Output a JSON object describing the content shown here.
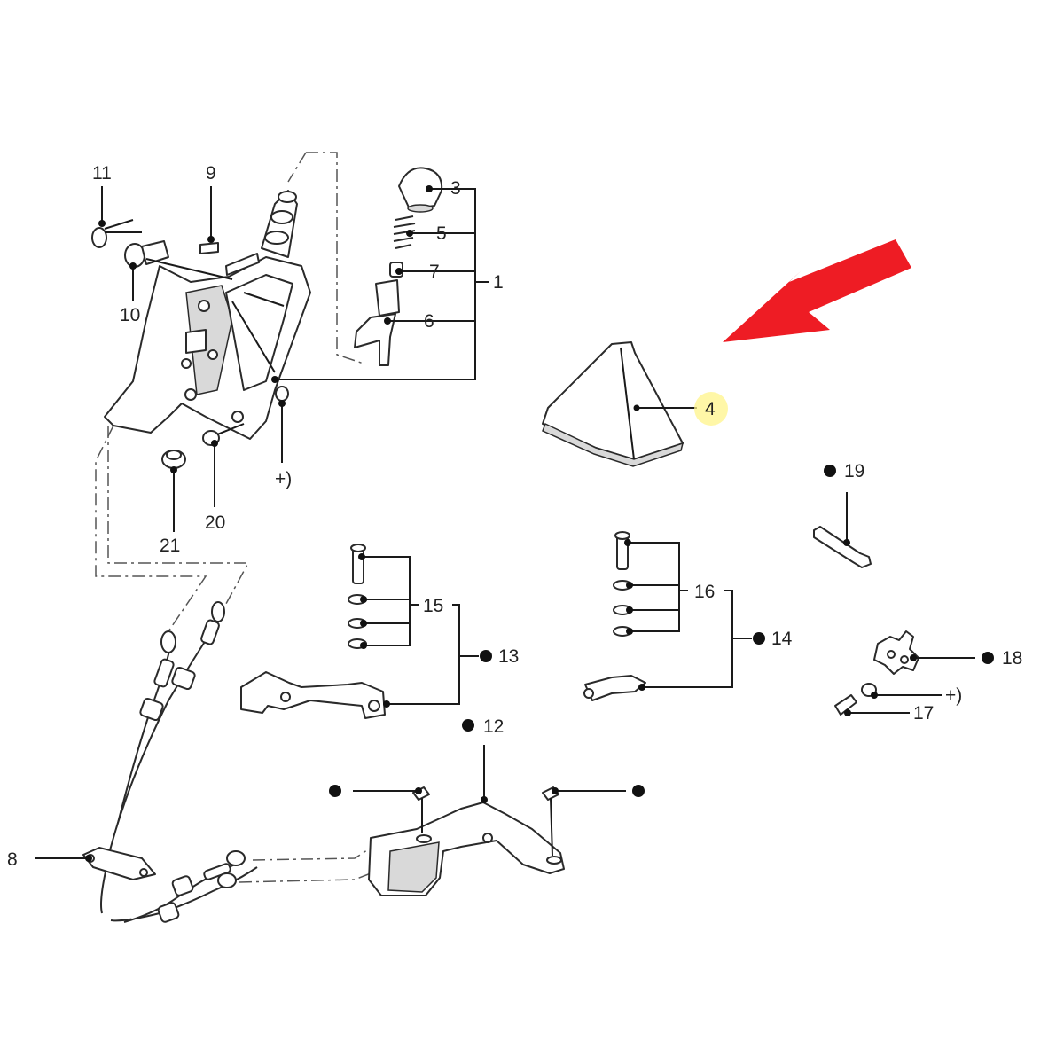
{
  "diagram": {
    "labels": {
      "p1": "1",
      "p3": "3",
      "p4": "4",
      "p5": "5",
      "p6": "6",
      "p7": "7",
      "p8": "8",
      "p9": "9",
      "p10": "10",
      "p11": "11",
      "p12": "12",
      "p13": "13",
      "p14": "14",
      "p15": "15",
      "p16": "16",
      "p17": "17",
      "p18": "18",
      "p19": "19",
      "p20": "20",
      "p21": "21",
      "plus_a": "+)",
      "plus_b": "+)"
    },
    "highlighted_part": "4",
    "colors": {
      "arrow": "#ee1c24",
      "highlight": "#fff48a",
      "line": "#1a1a1a"
    }
  }
}
